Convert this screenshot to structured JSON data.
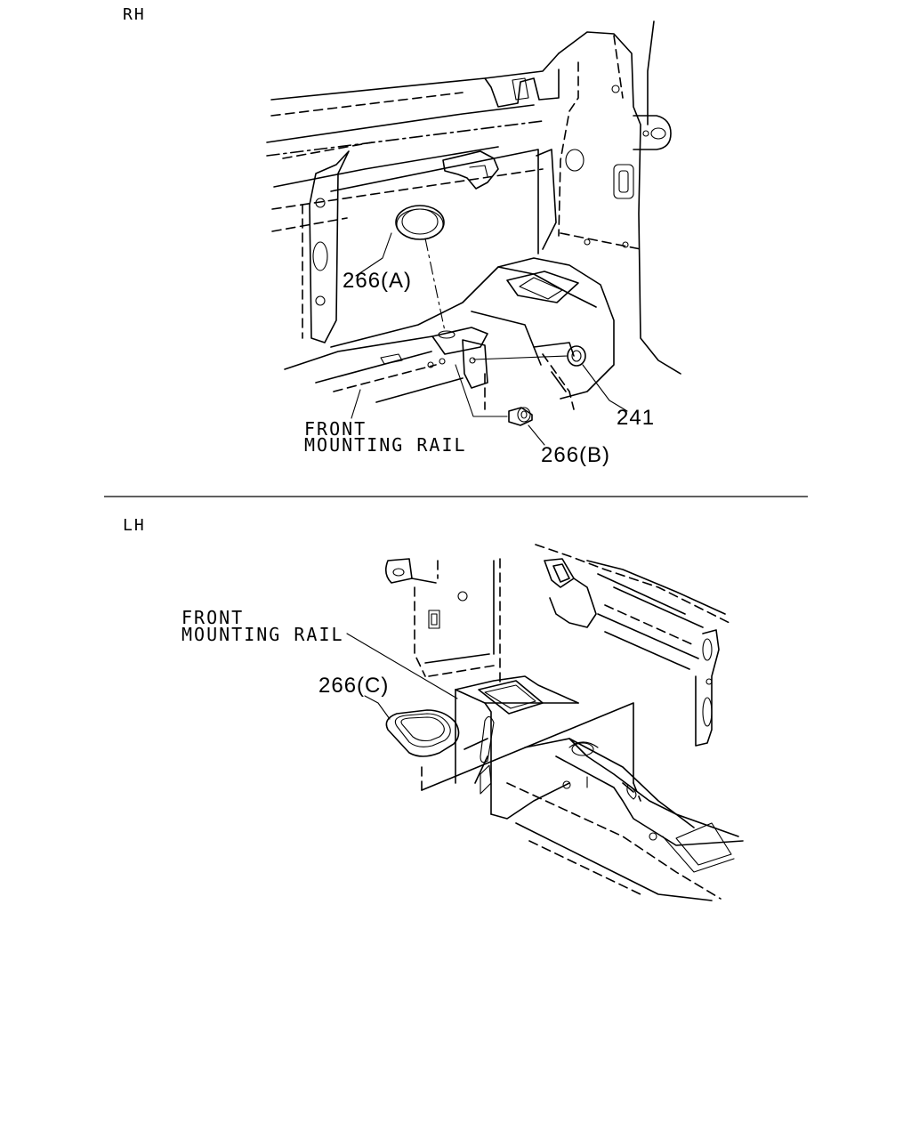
{
  "sections": {
    "rh": {
      "tag": "RH"
    },
    "lh": {
      "tag": "LH"
    }
  },
  "labels": {
    "rh_rail_1": "FRONT",
    "rh_rail_2": "MOUNTING RAIL",
    "lh_rail_1": "FRONT",
    "lh_rail_2": "MOUNTING RAIL",
    "part_266a": "266(A)",
    "part_266b": "266(B)",
    "part_241": "241",
    "part_266c": "266(C)"
  }
}
